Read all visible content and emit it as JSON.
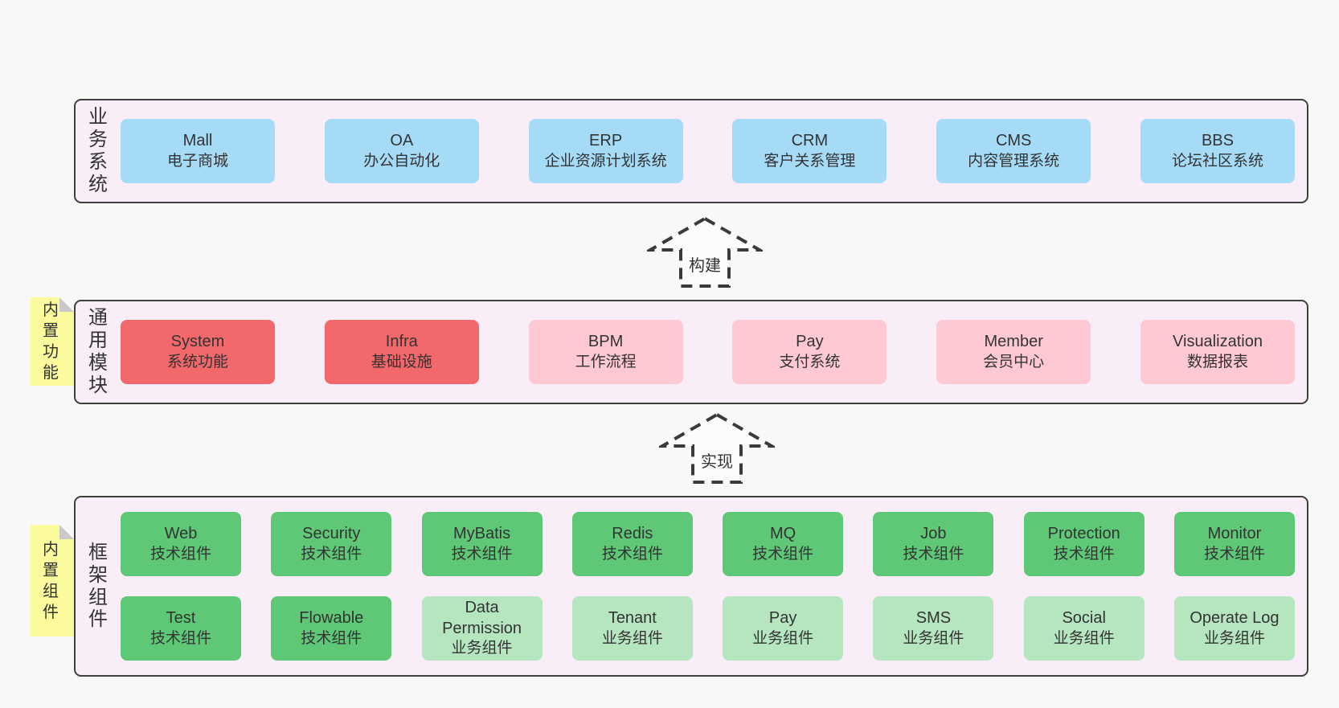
{
  "page": {
    "background": "#f8f8f8"
  },
  "colors": {
    "container_bg": "#f9eef8",
    "container_border": "#3f3f3f",
    "blue": "#a6dbf7",
    "red": "#f2686b",
    "pink": "#ffc9d3",
    "green": "#5ec877",
    "green_light": "#b6e6c0",
    "sticky_yellow": "#fbfa9d",
    "sticky_fold": "#c9c9c9",
    "text": "#333333"
  },
  "arrows": [
    {
      "label": "构建"
    },
    {
      "label": "实现"
    }
  ],
  "stickies": [
    {
      "label": "内置功能"
    },
    {
      "label": "内置组件"
    }
  ],
  "layers": [
    {
      "label": "业务系统",
      "rows": [
        [
          {
            "en": "Mall",
            "zh": "电子商城",
            "variant": "blue"
          },
          {
            "en": "OA",
            "zh": "办公自动化",
            "variant": "blue"
          },
          {
            "en": "ERP",
            "zh": "企业资源计划系统",
            "variant": "blue"
          },
          {
            "en": "CRM",
            "zh": "客户关系管理",
            "variant": "blue"
          },
          {
            "en": "CMS",
            "zh": "内容管理系统",
            "variant": "blue"
          },
          {
            "en": "BBS",
            "zh": "论坛社区系统",
            "variant": "blue"
          }
        ]
      ]
    },
    {
      "label": "通用模块",
      "rows": [
        [
          {
            "en": "System",
            "zh": "系统功能",
            "variant": "red"
          },
          {
            "en": "Infra",
            "zh": "基础设施",
            "variant": "red"
          },
          {
            "en": "BPM",
            "zh": "工作流程",
            "variant": "pink"
          },
          {
            "en": "Pay",
            "zh": "支付系统",
            "variant": "pink"
          },
          {
            "en": "Member",
            "zh": "会员中心",
            "variant": "pink"
          },
          {
            "en": "Visualization",
            "zh": "数据报表",
            "variant": "pink"
          }
        ]
      ]
    },
    {
      "label": "框架组件",
      "rows": [
        [
          {
            "en": "Web",
            "zh": "技术组件",
            "variant": "green"
          },
          {
            "en": "Security",
            "zh": "技术组件",
            "variant": "green"
          },
          {
            "en": "MyBatis",
            "zh": "技术组件",
            "variant": "green"
          },
          {
            "en": "Redis",
            "zh": "技术组件",
            "variant": "green"
          },
          {
            "en": "MQ",
            "zh": "技术组件",
            "variant": "green"
          },
          {
            "en": "Job",
            "zh": "技术组件",
            "variant": "green"
          },
          {
            "en": "Protection",
            "zh": "技术组件",
            "variant": "green"
          },
          {
            "en": "Monitor",
            "zh": "技术组件",
            "variant": "green"
          }
        ],
        [
          {
            "en": "Test",
            "zh": "技术组件",
            "variant": "green"
          },
          {
            "en": "Flowable",
            "zh": "技术组件",
            "variant": "green"
          },
          {
            "en": "Data Permission",
            "zh": "业务组件",
            "variant": "green-light"
          },
          {
            "en": "Tenant",
            "zh": "业务组件",
            "variant": "green-light"
          },
          {
            "en": "Pay",
            "zh": "业务组件",
            "variant": "green-light"
          },
          {
            "en": "SMS",
            "zh": "业务组件",
            "variant": "green-light"
          },
          {
            "en": "Social",
            "zh": "业务组件",
            "variant": "green-light"
          },
          {
            "en": "Operate Log",
            "zh": "业务组件",
            "variant": "green-light"
          }
        ]
      ]
    }
  ]
}
